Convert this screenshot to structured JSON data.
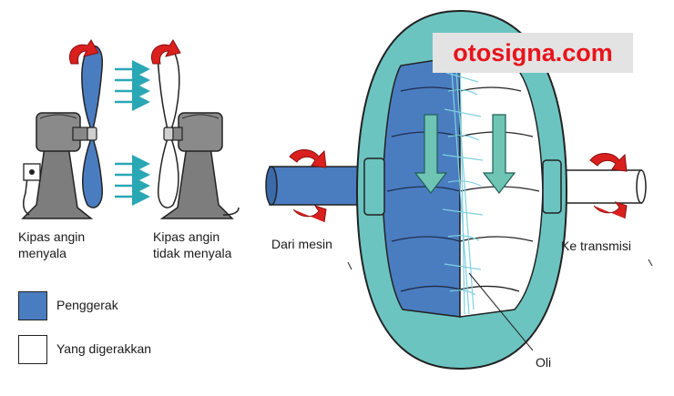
{
  "watermark": "otosigna.com",
  "labels": {
    "fan_on_line1": "Kipas angin",
    "fan_on_line2": "menyala",
    "fan_off_line1": "Kipas angin",
    "fan_off_line2": "tidak menyala",
    "from_engine": "Dari mesin",
    "to_transmission": "Ke transmisi",
    "oil": "Oli"
  },
  "legend": [
    {
      "label": "Penggerak",
      "color": "#4a7cc0"
    },
    {
      "label": "Yang digerakkan",
      "color": "#ffffff"
    }
  ],
  "colors": {
    "drive_blue": "#4a7cc0",
    "housing_teal": "#6cc4c0",
    "rotation_red": "#d9201e",
    "airflow_teal": "#2aa7b5",
    "flow_green": "#6fc4b4",
    "fan_body_grey": "#7d7d7d"
  },
  "icons": [
    "rotation-arrow-icon",
    "airflow-arrow-icon",
    "flow-arrow-icon"
  ]
}
